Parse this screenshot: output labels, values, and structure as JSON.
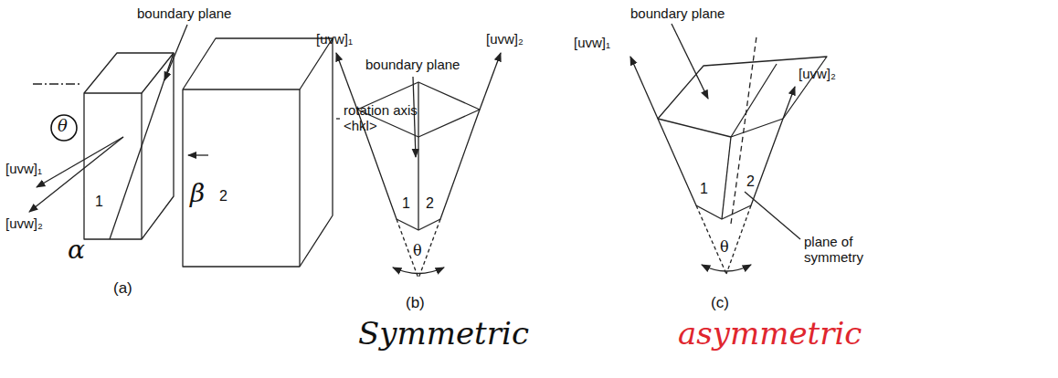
{
  "diagram": {
    "labels": [
      "boundary plane",
      "[uvw]₁",
      "θ",
      "α",
      "1",
      "[uvw]₂",
      "β",
      "2",
      "rotation axis <hkl>",
      "(a)",
      "boundary plane",
      "[uvw]₁",
      "[uvw]₂",
      "1",
      "2",
      "θ",
      "(b)",
      "Symmetric",
      "boundary plane",
      "[uvw]₁",
      "[uvw]₂",
      "plane of symmetry",
      "1",
      "2",
      "θ",
      "(c)",
      "asymmetric"
    ]
  }
}
